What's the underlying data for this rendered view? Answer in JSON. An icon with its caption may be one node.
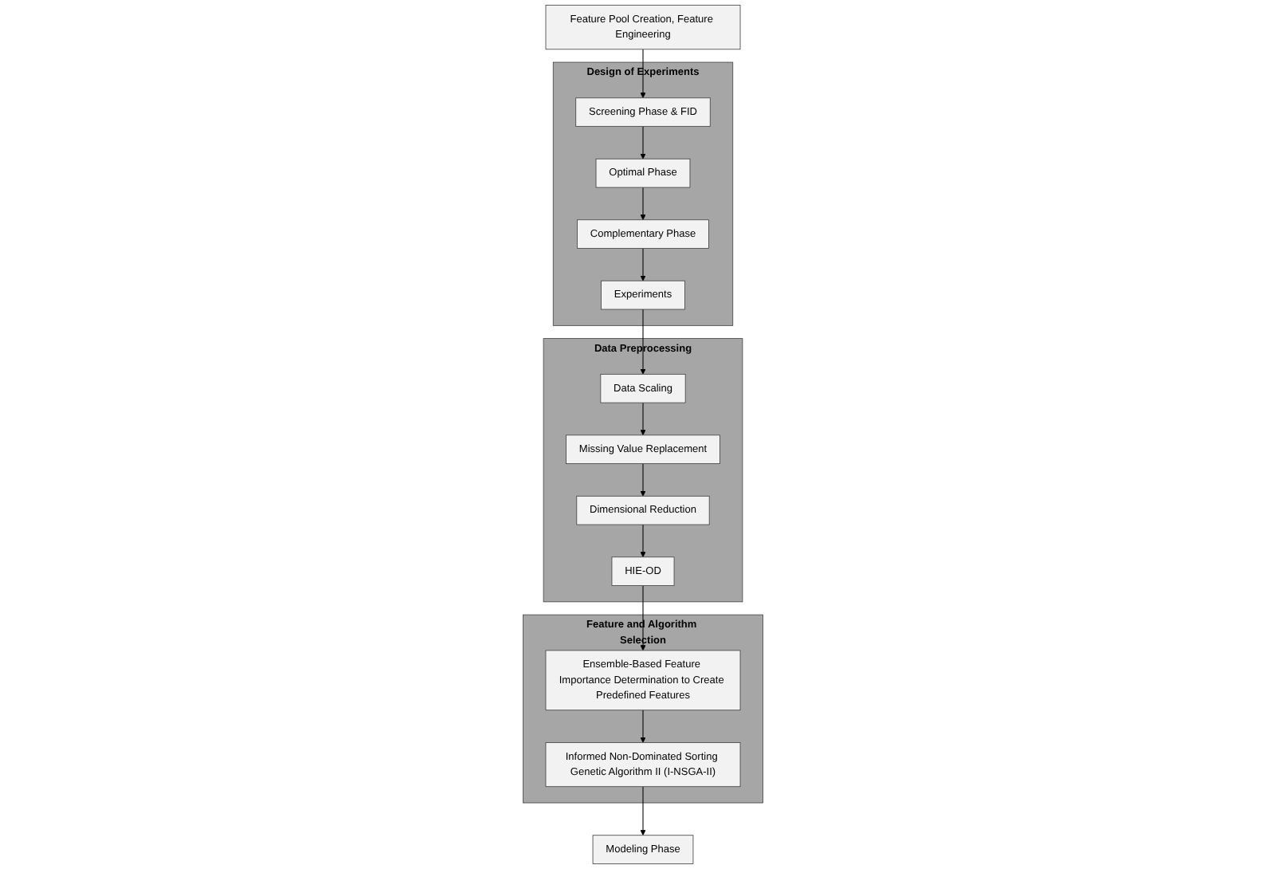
{
  "diagram": {
    "nodes": [
      {
        "text": [
          "Feature Pool Creation, Feature Engineering"
        ]
      },
      {
        "text": [
          "Design of Experiments"
        ]
      },
      {
        "text": [
          "Experiments"
        ],
        "in": 1
      },
      {
        "text": [
          "Complementary Phase"
        ],
        "in": 1
      },
      {
        "text": [
          "Optimal Phase"
        ],
        "in": 1
      },
      {
        "text": [
          "Screening Phase & FID"
        ],
        "in": 1
      },
      {
        "text": [
          "Data Preprocessing"
        ]
      },
      {
        "text": [
          "Data Scaling"
        ],
        "in": 6
      },
      {
        "text": [
          "Missing Value Replacement"
        ],
        "in": 6
      },
      {
        "text": [
          "Dimensional Reduction"
        ],
        "in": 6
      },
      {
        "text": [
          "HIE-OD"
        ],
        "in": 6
      },
      {
        "text": [
          "Feature and Algorithm Selection"
        ]
      },
      {
        "text": [
          "Ensemble-Based Feature Importance Determination to Create Predefined Features"
        ],
        "in": 11
      },
      {
        "text": [
          "Informed Non-Dominated Sorting Genetic Algorithm II (I-NSGA-II)"
        ],
        "in": 11
      },
      {
        "text": [
          "Modeling Phase"
        ]
      }
    ],
    "edges": [
      {
        "from": 0,
        "to": 5,
        "arrow": "to"
      },
      {
        "from": 5,
        "to": 4,
        "arrow": "to"
      },
      {
        "from": 4,
        "to": 3,
        "arrow": "to"
      },
      {
        "from": 3,
        "to": 2,
        "arrow": "to"
      },
      {
        "from": 2,
        "to": 7,
        "arrow": "to"
      },
      {
        "from": 7,
        "to": 8,
        "arrow": "to"
      },
      {
        "from": 8,
        "to": 9,
        "arrow": "to"
      },
      {
        "from": 9,
        "to": 10,
        "arrow": "to"
      },
      {
        "from": 10,
        "to": 12,
        "arrow": "to"
      },
      {
        "from": 12,
        "to": 13,
        "arrow": "to"
      },
      {
        "from": 13,
        "to": 14,
        "arrow": "to"
      }
    ]
  }
}
